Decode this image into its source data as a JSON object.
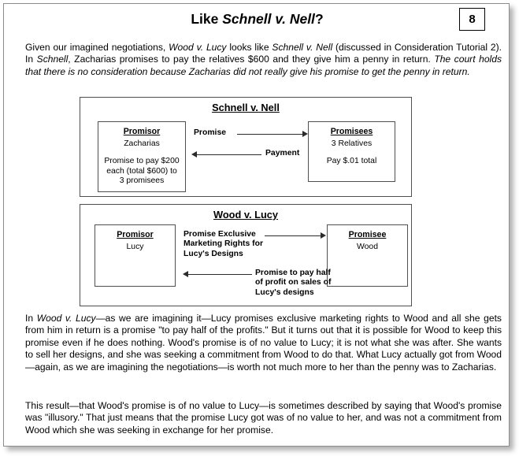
{
  "document": {
    "title_prefix": "Like ",
    "title_case": "Schnell v. Nell",
    "title_suffix": "?",
    "page_number": "8"
  },
  "intro_paragraph": {
    "seg1": "Given our imagined negotiations, ",
    "seg2_italic": "Wood v. Lucy",
    "seg3": " looks like ",
    "seg4_italic": "Schnell v. Nell",
    "seg5": " (discussed in Consideration Tutorial 2). In ",
    "seg6_italic": "Schnell",
    "seg7": ", Zacharias promises to pay the relatives $600 and they give him a penny in return. ",
    "seg8_italic": "The court holds that there is no consideration because Zacharias did not really give his promise to get the penny in return."
  },
  "diagram_schnell": {
    "title": "Schnell v. Nell",
    "promisor": {
      "role": "Promisor",
      "name": "Zacharias",
      "detail": "Promise to pay $200 each (total $600) to 3 promisees"
    },
    "promisees": {
      "role": "Promisees",
      "name": "3 Relatives",
      "detail": "Pay $.01 total"
    },
    "arrow_forward_label": "Promise",
    "arrow_back_label": "Payment"
  },
  "diagram_wood": {
    "title": "Wood v. Lucy",
    "promisor": {
      "role": "Promisor",
      "name": "Lucy"
    },
    "promisee": {
      "role": "Promisee",
      "name": "Wood"
    },
    "arrow_forward_label": "Promise Exclusive Marketing Rights for Lucy's Designs",
    "arrow_back_label": "Promise to pay half of profit on sales of Lucy's designs"
  },
  "analysis_paragraph": {
    "seg1": "In ",
    "seg2_italic": "Wood v. Lucy",
    "seg3": "—as we are imagining it—Lucy promises exclusive marketing rights to Wood and all she gets from him in return is a promise \"to pay half of the profits.\" But it turns out that it is possible for Wood to keep this promise even if he does nothing. Wood's promise is of no value to Lucy; it is not what she was after. She wants to sell her designs, and she was seeking a commitment from Wood to do that. What Lucy actually got from Wood—again, as we are imagining the negotiations—is worth not much more to her than the penny was to Zacharias."
  },
  "illusory_paragraph": {
    "text": "This result—that Wood's promise is of no value to Lucy—is sometimes described by saying that Wood's promise was \"illusory.\" That just means that the promise Lucy got was of no value to her, and was not a commitment from Wood which she was seeking in exchange for her promise."
  },
  "colors": {
    "page_border": "#8c8c8c",
    "text": "#000000",
    "diagram_border": "#4f4f4f",
    "arrow": "#2b2b2b"
  }
}
